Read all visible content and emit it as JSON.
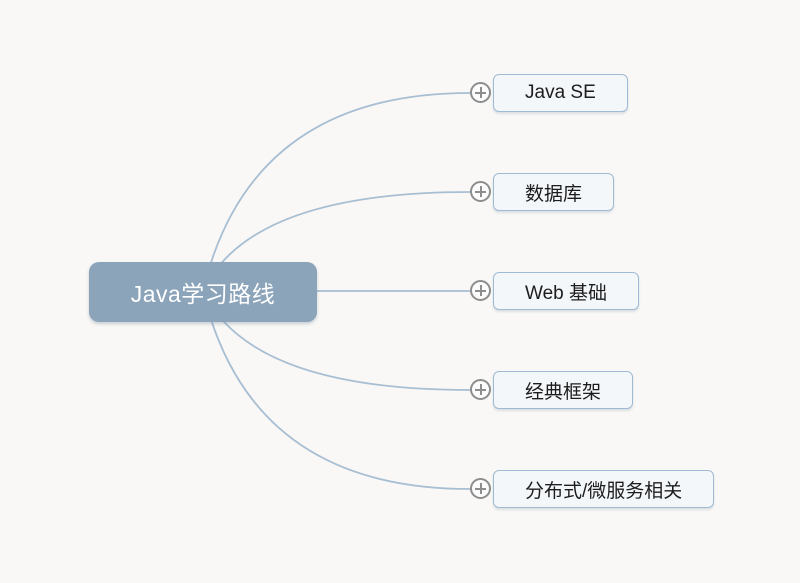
{
  "root": {
    "label": "Java学习路线"
  },
  "branches": [
    {
      "label": "Java SE"
    },
    {
      "label": "数据库"
    },
    {
      "label": "Web 基础"
    },
    {
      "label": "经典框架"
    },
    {
      "label": "分布式/微服务相关"
    }
  ],
  "icons": {
    "expand": "plus-icon"
  },
  "colors": {
    "bg": "#f9f8f6",
    "root-fill": "#8ca4ba",
    "root-text": "#ffffff",
    "branch-fill": "#f4f7fa",
    "branch-border": "#9fbad4",
    "branch-text": "#1d1d1d",
    "line": "#a7bed3",
    "plus": "#8d8d8d"
  }
}
